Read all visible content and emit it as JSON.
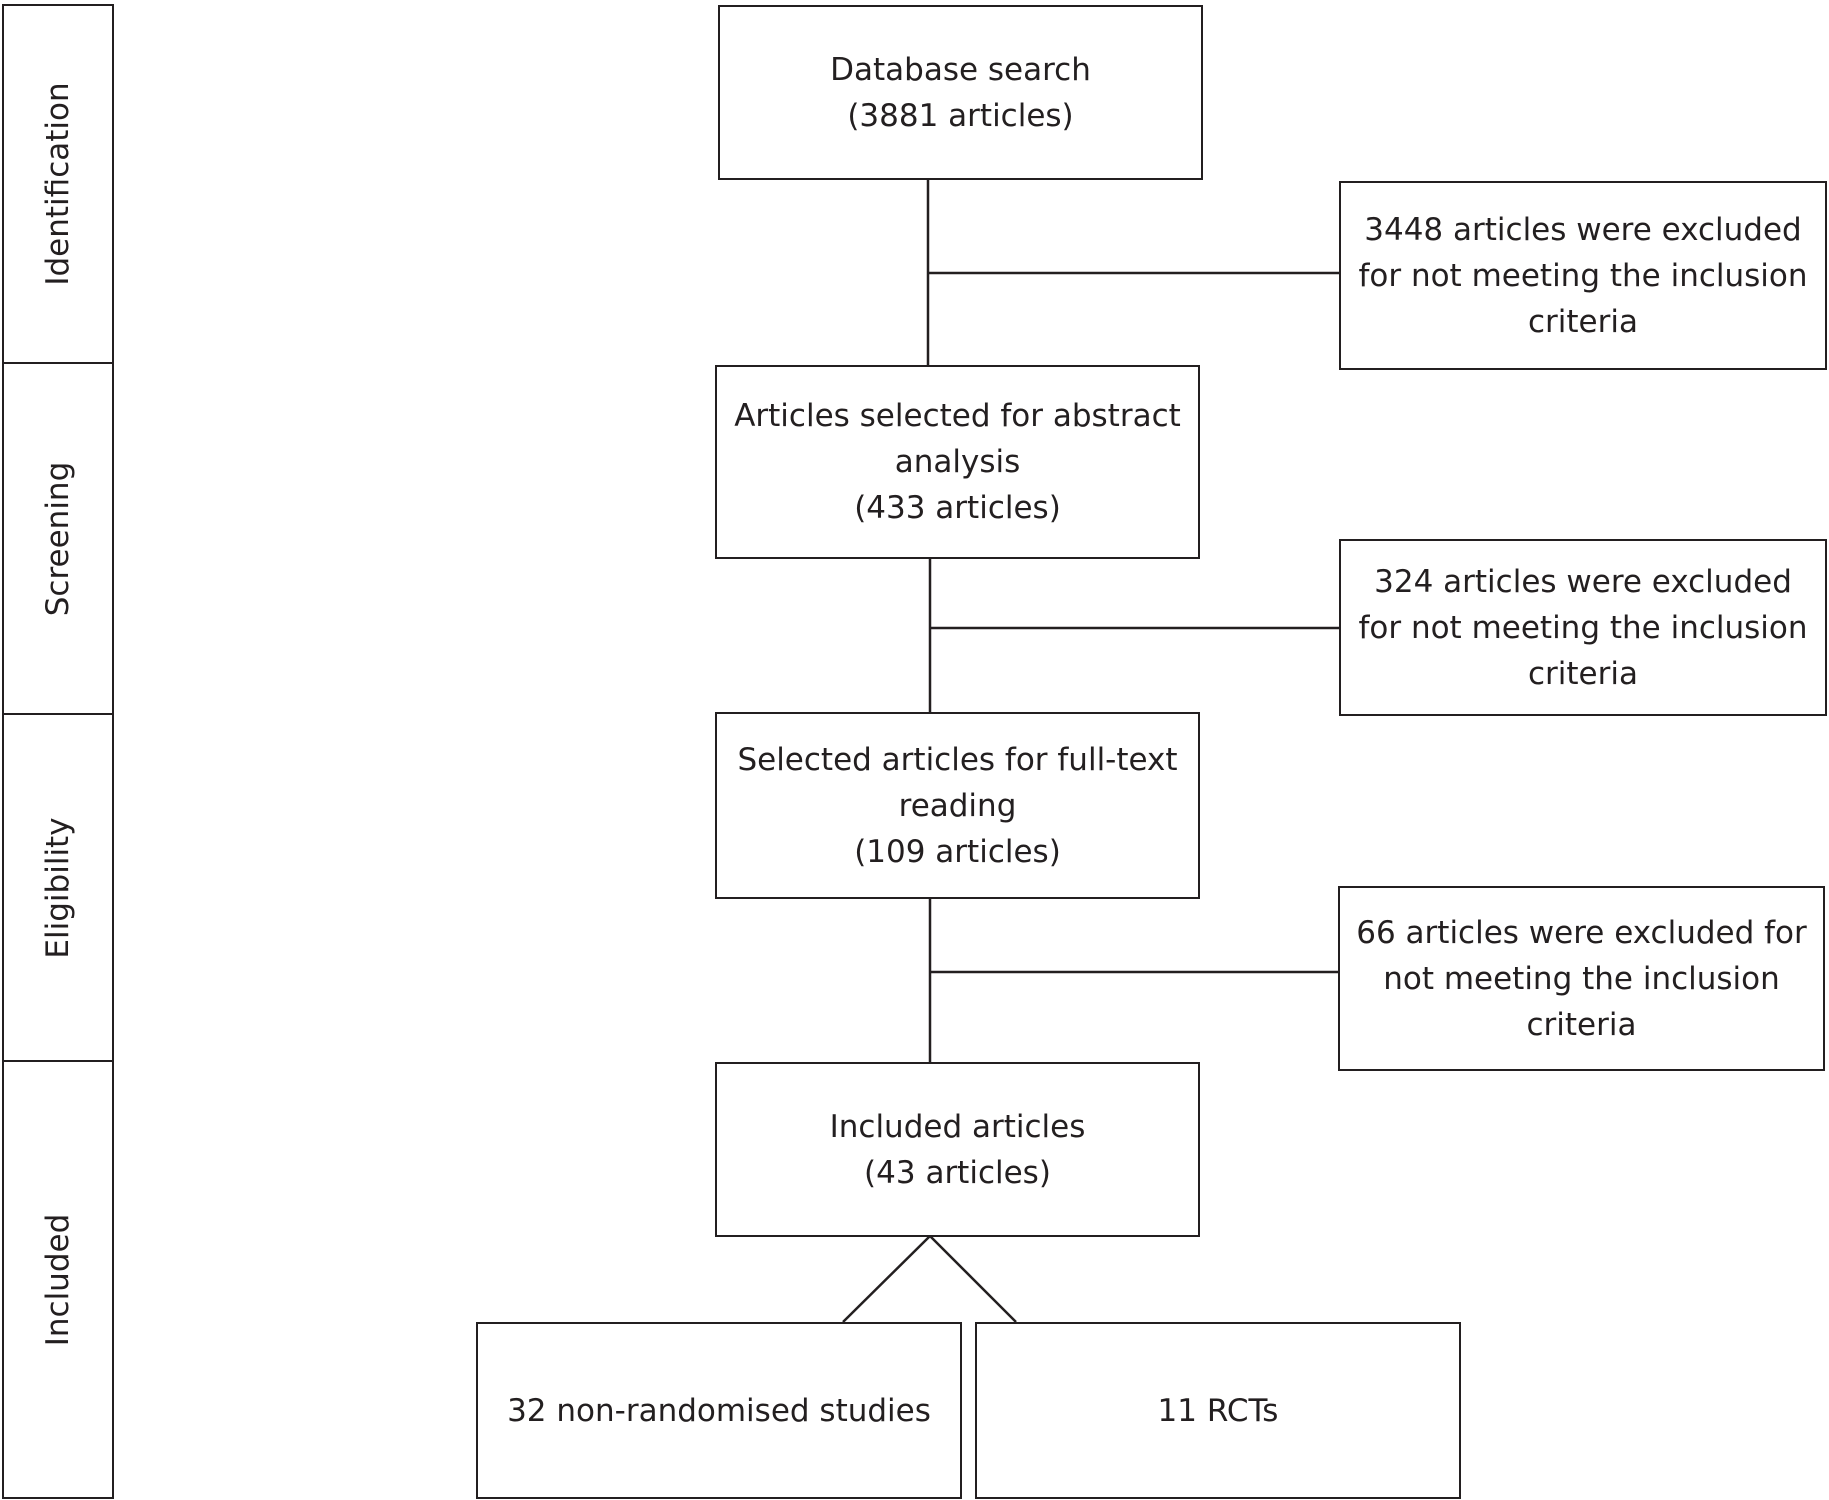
{
  "stages": [
    {
      "id": "identification",
      "label": "Identification"
    },
    {
      "id": "screening",
      "label": "Screening"
    },
    {
      "id": "eligibility",
      "label": "Eligibility"
    },
    {
      "id": "included",
      "label": "Included"
    }
  ],
  "flow": {
    "database_search": "Database search\n(3881 articles)",
    "abstract_analysis": "Articles selected for abstract\nanalysis\n(433 articles)",
    "full_text": "Selected articles for full-text\nreading\n(109 articles)",
    "included": "Included articles\n(43 articles)",
    "non_randomised": "32 non-randomised studies",
    "rcts": "11 RCTs"
  },
  "exclusions": {
    "after_search": "3448 articles were excluded\nfor not meeting the inclusion\ncriteria",
    "after_abstract": "324 articles were excluded\nfor not meeting the inclusion\ncriteria",
    "after_full_text": "66 articles were excluded for\nnot meeting the inclusion\ncriteria"
  },
  "colors": {
    "line": "#231f20",
    "background": "#ffffff"
  }
}
